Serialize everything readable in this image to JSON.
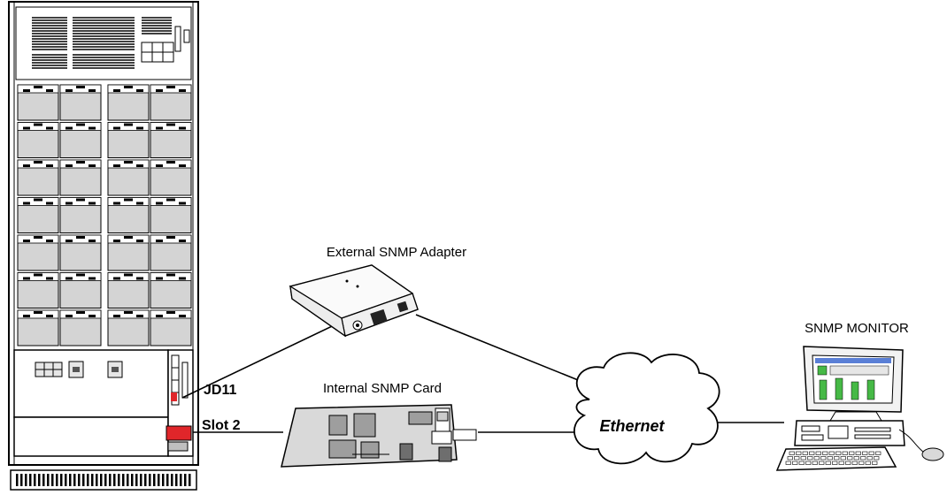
{
  "labels": {
    "external_adapter": "External SNMP Adapter",
    "internal_card": "Internal SNMP Card",
    "snmp_monitor": "SNMP MONITOR",
    "ethernet": "Ethernet",
    "jd11": "JD11",
    "slot2": "Slot 2"
  },
  "colors": {
    "module_fill": "#d4d4d4",
    "panel_fill": "#ffffff",
    "card_fill": "#d9d9d9",
    "slot_highlight": "#e0262a",
    "screen_green": "#46b946",
    "line": "#000000"
  }
}
